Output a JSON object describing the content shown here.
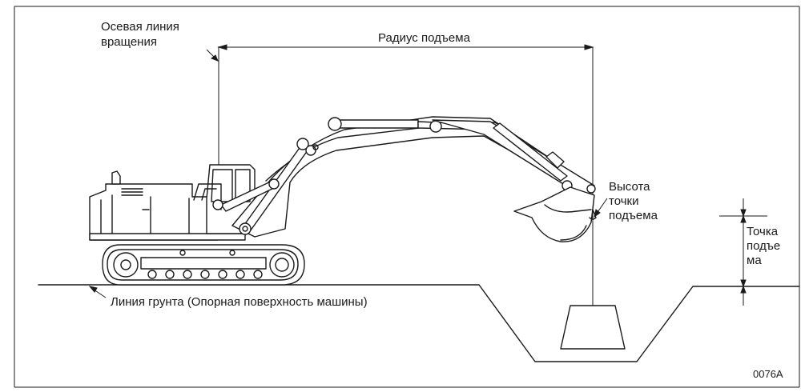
{
  "labels": {
    "rotation_axis_line1": "Осевая линия",
    "rotation_axis_line2": "вращения",
    "lifting_radius": "Радиус подъема",
    "lift_height_line1": "Высота",
    "lift_height_line2": "точки",
    "lift_height_line3": "подъема",
    "lift_point_line1": "Точка",
    "lift_point_line2": "подъе",
    "lift_point_line3": "ма",
    "ground_line": "Линия грунта (Опорная поверхность машины)",
    "figure_code": "0076A"
  }
}
